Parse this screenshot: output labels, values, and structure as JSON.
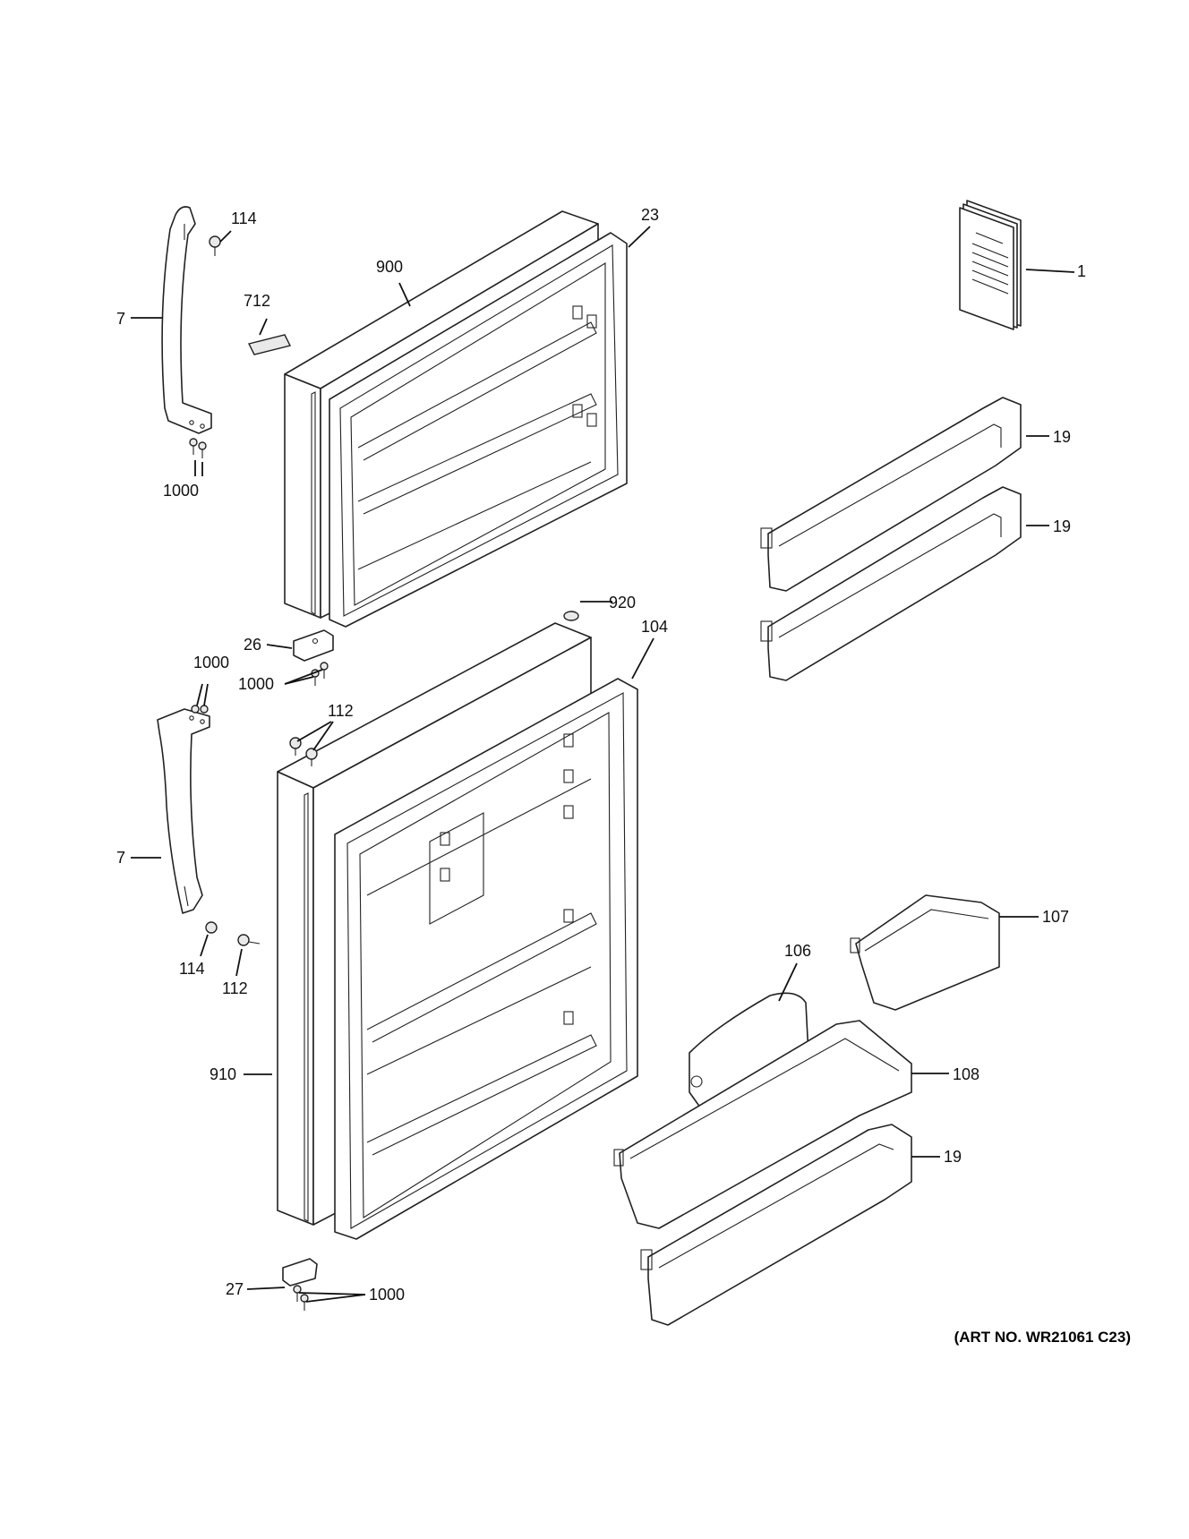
{
  "diagram": {
    "art_number": "(ART NO. WR21061 C23)",
    "callouts": {
      "c1": "1",
      "c7a": "7",
      "c7b": "7",
      "c19a": "19",
      "c19b": "19",
      "c19c": "19",
      "c23": "23",
      "c26": "26",
      "c27": "27",
      "c104": "104",
      "c106": "106",
      "c107": "107",
      "c108": "108",
      "c112a": "112",
      "c112b": "112",
      "c114a": "114",
      "c114b": "114",
      "c712": "712",
      "c900": "900",
      "c910": "910",
      "c920": "920",
      "c1000a": "1000",
      "c1000b": "1000",
      "c1000c": "1000",
      "c1000d": "1000"
    }
  }
}
